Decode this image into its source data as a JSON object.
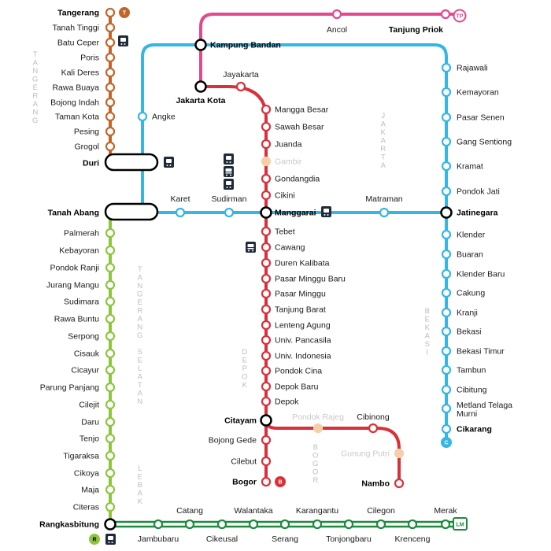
{
  "colors": {
    "bogor_line": "#d9303b",
    "bekasi_line": "#35b6e4",
    "tangerang_line": "#c0662b",
    "rangkasbitung_line": "#8cc63f",
    "tanjung_priok_line": "#e4498e",
    "merak_line": "#1e8a3e",
    "inactive_station": "#f4cfa8"
  },
  "regions": [
    "TANGERANG",
    "JAKARTA",
    "TANGERANG SELATAN",
    "DEPOK",
    "BEKASI",
    "BOGOR",
    "LEBAK"
  ],
  "badges": {
    "tangerang": "T",
    "tanjung_priok": "TP",
    "bogor": "B",
    "cikarang": "C",
    "rangkasbitung": "R",
    "merak": "LM"
  },
  "lines": {
    "tangerang": [
      "Tangerang",
      "Tanah Tinggi",
      "Batu Ceper",
      "Poris",
      "Kali Deres",
      "Rawa Buaya",
      "Bojong Indah",
      "Taman Kota",
      "Pesing",
      "Grogol"
    ],
    "rangkasbitung": [
      "Palmerah",
      "Kebayoran",
      "Pondok Ranji",
      "Jurang Mangu",
      "Sudimara",
      "Rawa Buntu",
      "Serpong",
      "Cisauk",
      "Cicayur",
      "Parung Panjang",
      "Cilejit",
      "Daru",
      "Tenjo",
      "Tigaraksa",
      "Cikoya",
      "Maja",
      "Citeras",
      "Rangkasbitung"
    ],
    "bogor": [
      "Mangga Besar",
      "Sawah Besar",
      "Juanda",
      "Gambir",
      "Gondangdia",
      "Cikini",
      "Manggarai",
      "Tebet",
      "Cawang",
      "Duren Kalibata",
      "Pasar Minggu Baru",
      "Pasar Minggu",
      "Tanjung Barat",
      "Lenteng Agung",
      "Univ. Pancasila",
      "Univ. Indonesia",
      "Pondok Cina",
      "Depok Baru",
      "Depok",
      "Citayam",
      "Bojong Gede",
      "Cilebut",
      "Bogor"
    ],
    "bekasi": [
      "Rajawali",
      "Kemayoran",
      "Pasar Senen",
      "Gang Sentiong",
      "Kramat",
      "Pondok Jati",
      "Jatinegara",
      "Klender",
      "Buaran",
      "Klender Baru",
      "Cakung",
      "Kranji",
      "Bekasi",
      "Bekasi Timur",
      "Tambun",
      "Cibitung",
      "Metland Telaga Murni",
      "Cikarang"
    ],
    "loop": [
      "Kampung Bandan",
      "Angke",
      "Duri",
      "Tanah Abang",
      "Karet",
      "Sudirman",
      "Matraman"
    ],
    "priok": [
      "Jakarta Kota",
      "Jayakarta",
      "Ancol",
      "Tanjung Priok"
    ],
    "nambo": [
      "Pondok Rajeg",
      "Cibinong",
      "Gunung Putri",
      "Nambo"
    ],
    "merak": [
      "Jambubaru",
      "Catang",
      "Cikeusal",
      "Walantaka",
      "Serang",
      "Karangantu",
      "Tonjongbaru",
      "Cilegon",
      "Krenceng",
      "Merak"
    ]
  }
}
